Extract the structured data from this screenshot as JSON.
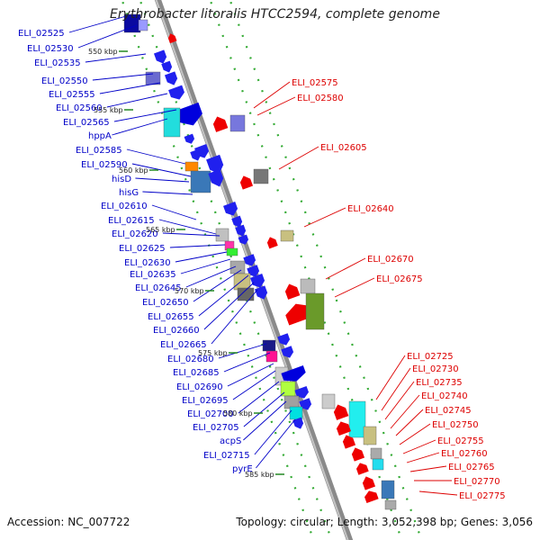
{
  "title": "Erythrobacter litoralis HTCC2594, complete genome",
  "footer": {
    "accession": "Accession: NC_007722",
    "topology": "Topology: circular; Length: 3,052,398 bp; Genes: 3,056"
  },
  "colors": {
    "forward_genes": "#0000e0",
    "reverse_genes": "#ee0000",
    "backbone": "#888888",
    "tick": "#33aa33"
  },
  "ticks": [
    "550 kbp",
    "555 kbp",
    "560 kbp",
    "565 kbp",
    "570 kbp",
    "575 kbp",
    "580 kbp",
    "585 kbp"
  ],
  "left_labels": [
    "ELI_02525",
    "ELI_02530",
    "ELI_02535",
    "ELI_02550",
    "ELI_02555",
    "ELI_02560",
    "ELI_02565",
    "hppA",
    "ELI_02585",
    "ELI_02590",
    "hisD",
    "hisG",
    "ELI_02610",
    "ELI_02615",
    "ELI_02620",
    "ELI_02625",
    "ELI_02630",
    "ELI_02635",
    "ELI_02645",
    "ELI_02650",
    "ELI_02655",
    "ELI_02660",
    "ELI_02665",
    "ELI_02680",
    "ELI_02685",
    "ELI_02690",
    "ELI_02695",
    "ELI_02700",
    "ELI_02705",
    "acpS",
    "ELI_02715",
    "pyrE"
  ],
  "right_labels": [
    "ELI_02575",
    "ELI_02580",
    "ELI_02605",
    "ELI_02640",
    "ELI_02670",
    "ELI_02675",
    "ELI_02725",
    "ELI_02730",
    "ELI_02735",
    "ELI_02740",
    "ELI_02745",
    "ELI_02750",
    "ELI_02755",
    "ELI_02760",
    "ELI_02765",
    "ELI_02770",
    "ELI_02775"
  ]
}
